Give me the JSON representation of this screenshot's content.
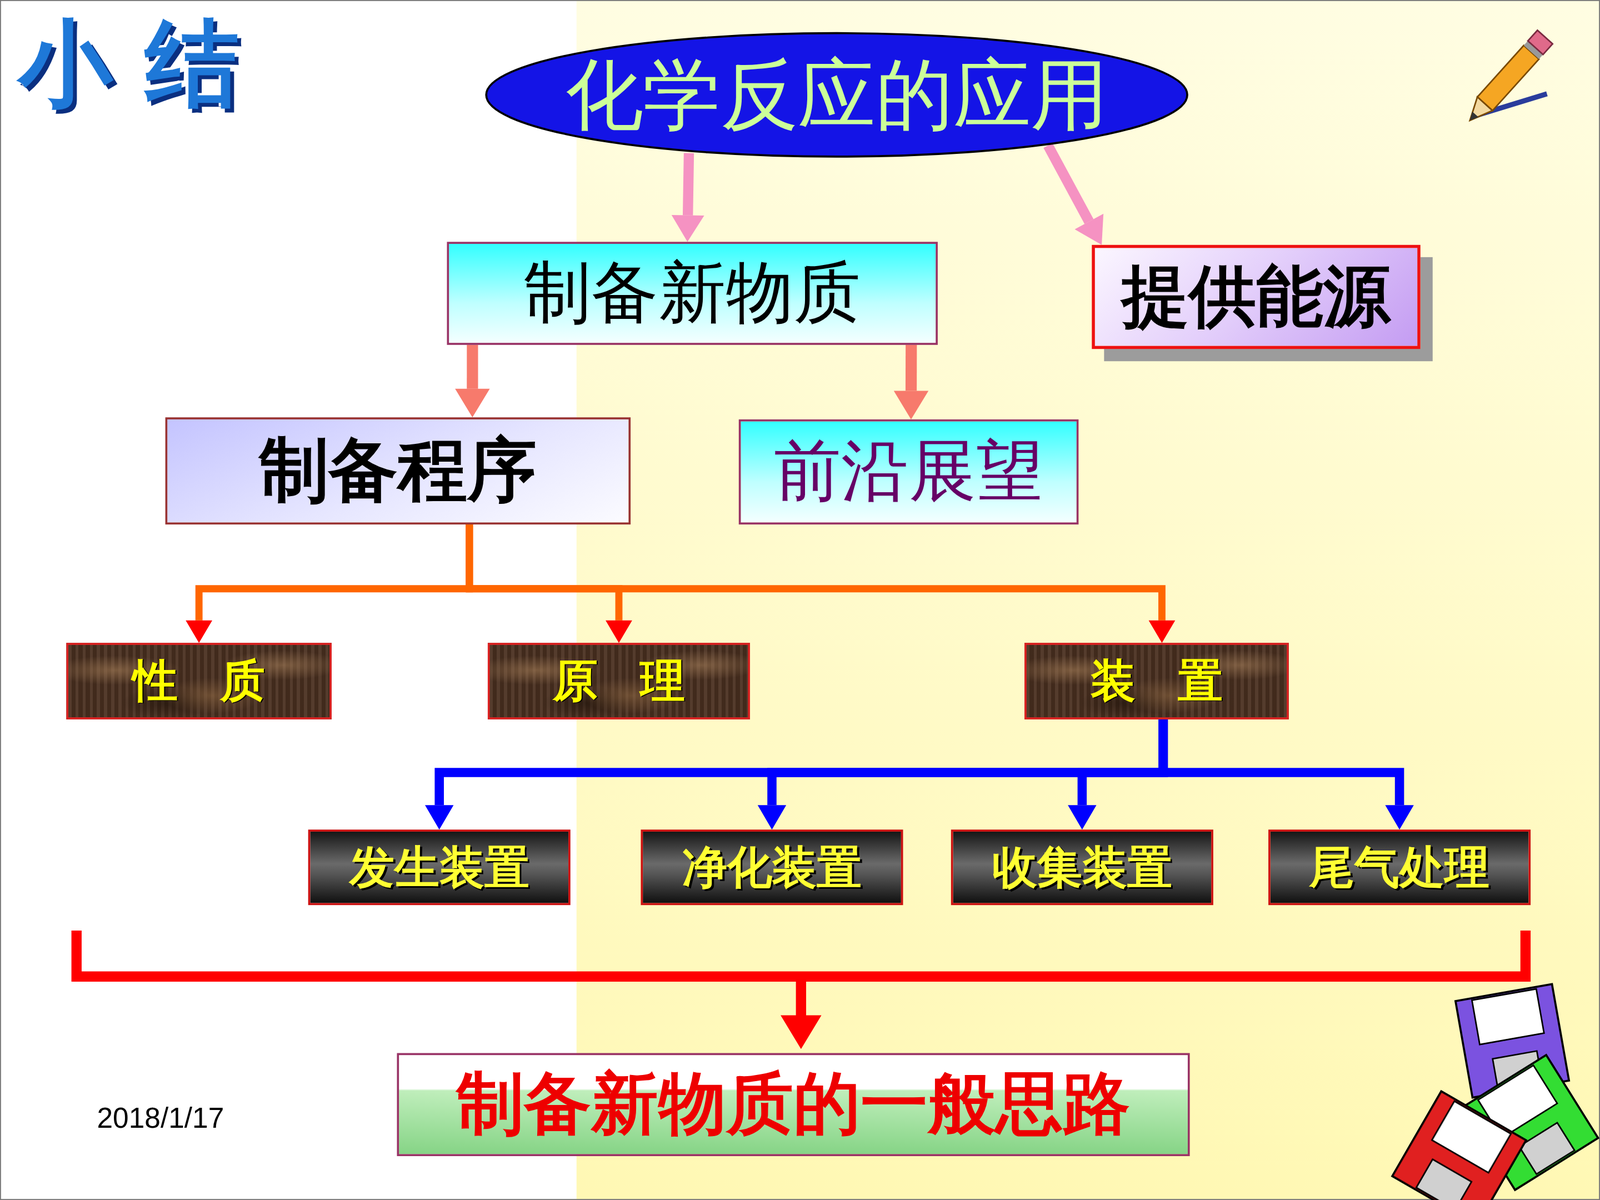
{
  "diagram": {
    "title": "小 结",
    "nodes": [
      {
        "text": [
          "化学反应的应用"
        ]
      },
      {
        "text": [
          "制备新物质"
        ]
      },
      {
        "text": [
          "提供能源"
        ]
      },
      {
        "text": [
          "制备程序"
        ]
      },
      {
        "text": [
          "前沿展望"
        ]
      },
      {
        "text": [
          "性 质"
        ]
      },
      {
        "text": [
          "原 理"
        ]
      },
      {
        "text": [
          "装 置"
        ]
      },
      {
        "text": [
          "发生装置"
        ]
      },
      {
        "text": [
          "净化装置"
        ]
      },
      {
        "text": [
          "收集装置"
        ]
      },
      {
        "text": [
          "尾气处理"
        ]
      },
      {
        "text": [
          "制备新物质的一般思路"
        ]
      }
    ],
    "edges": [
      {
        "from": 0,
        "to": 1,
        "arrow": "to"
      },
      {
        "from": 0,
        "to": 2,
        "arrow": "to"
      },
      {
        "from": 1,
        "to": 3,
        "arrow": "to"
      },
      {
        "from": 1,
        "to": 4,
        "arrow": "to"
      },
      {
        "from": 3,
        "to": 5,
        "arrow": "to"
      },
      {
        "from": 3,
        "to": 6,
        "arrow": "to"
      },
      {
        "from": 3,
        "to": 7,
        "arrow": "to"
      },
      {
        "from": 7,
        "to": 8,
        "arrow": "to"
      },
      {
        "from": 7,
        "to": 9,
        "arrow": "to"
      },
      {
        "from": 7,
        "to": 10,
        "arrow": "to"
      },
      {
        "from": 7,
        "to": 11,
        "arrow": "to"
      }
    ],
    "labels": [
      "2018/1/17"
    ]
  }
}
